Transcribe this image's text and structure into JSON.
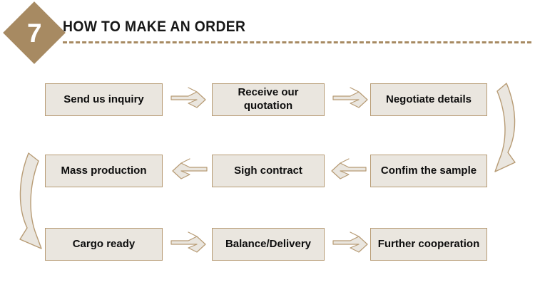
{
  "header": {
    "step_number": "7",
    "title": "HOW TO MAKE AN ORDER",
    "badge_color": "#a78a62",
    "rule_color": "#a78a62"
  },
  "colors": {
    "box_fill": "#eae6df",
    "box_border": "#b79b74",
    "arrow_fill": "#eae6df",
    "arrow_border": "#b79b74",
    "text": "#0d0d0d"
  },
  "flow": {
    "rows": [
      {
        "direction": "right",
        "steps": [
          {
            "label": "Send us inquiry"
          },
          {
            "label": "Receive our quotation"
          },
          {
            "label": "Negotiate details"
          }
        ]
      },
      {
        "direction": "left",
        "steps": [
          {
            "label": "Mass production"
          },
          {
            "label": "Sigh contract"
          },
          {
            "label": "Confim the sample"
          }
        ]
      },
      {
        "direction": "right",
        "steps": [
          {
            "label": "Cargo ready"
          },
          {
            "label": "Balance/Delivery"
          },
          {
            "label": "Further cooperation"
          }
        ]
      }
    ],
    "connectors": [
      {
        "name": "right-curved-connector",
        "from": "Negotiate details",
        "to": "Confim the sample",
        "direction": "down-left"
      },
      {
        "name": "left-curved-connector",
        "from": "Mass production",
        "to": "Cargo ready",
        "direction": "down-right"
      }
    ]
  }
}
